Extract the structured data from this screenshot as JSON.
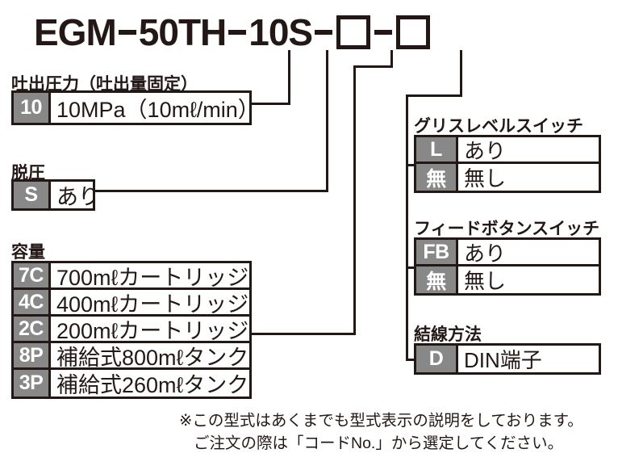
{
  "model_number": {
    "segments": [
      {
        "type": "text",
        "value": "EGM"
      },
      {
        "type": "dash"
      },
      {
        "type": "text",
        "value": "50TH"
      },
      {
        "type": "dash"
      },
      {
        "type": "text",
        "value": "10S"
      },
      {
        "type": "dash"
      },
      {
        "type": "box"
      },
      {
        "type": "dash"
      },
      {
        "type": "box"
      }
    ],
    "full": "EGM-50TH-10S-□-□"
  },
  "sections": {
    "pressure": {
      "title": "吐出圧力（吐出量固定）",
      "rows": [
        {
          "code": "10",
          "desc": "10MPa（10mℓ/min）"
        }
      ]
    },
    "depressurization": {
      "title": "脱圧",
      "rows": [
        {
          "code": "S",
          "desc": "あり"
        }
      ]
    },
    "capacity": {
      "title": "容量",
      "rows": [
        {
          "code": "7C",
          "desc": "700mℓカートリッジ"
        },
        {
          "code": "4C",
          "desc": "400mℓカートリッジ"
        },
        {
          "code": "2C",
          "desc": "200mℓカートリッジ"
        },
        {
          "code": "8P",
          "desc": "補給式800mℓタンク"
        },
        {
          "code": "3P",
          "desc": "補給式260mℓタンク"
        }
      ]
    },
    "grease_level_switch": {
      "title": "グリスレベルスイッチ",
      "rows": [
        {
          "code": "L",
          "desc": "あり"
        },
        {
          "code": "無",
          "desc": "無し"
        }
      ]
    },
    "feed_button_switch": {
      "title": "フィードボタンスイッチ",
      "rows": [
        {
          "code": "FB",
          "desc": "あり"
        },
        {
          "code": "無",
          "desc": "無し"
        }
      ]
    },
    "wiring_method": {
      "title": "結線方法",
      "rows": [
        {
          "code": "D",
          "desc": "DIN端子"
        }
      ]
    }
  },
  "footnote": {
    "line1": "※この型式はあくまでも型式表示の説明をしております。",
    "line2": "ご注文の際は「コードNo.」から選定してください。"
  },
  "colors": {
    "ink": "#231815",
    "code_cell_bg": "#888888",
    "code_cell_text": "#ffffff",
    "background": "#ffffff"
  }
}
